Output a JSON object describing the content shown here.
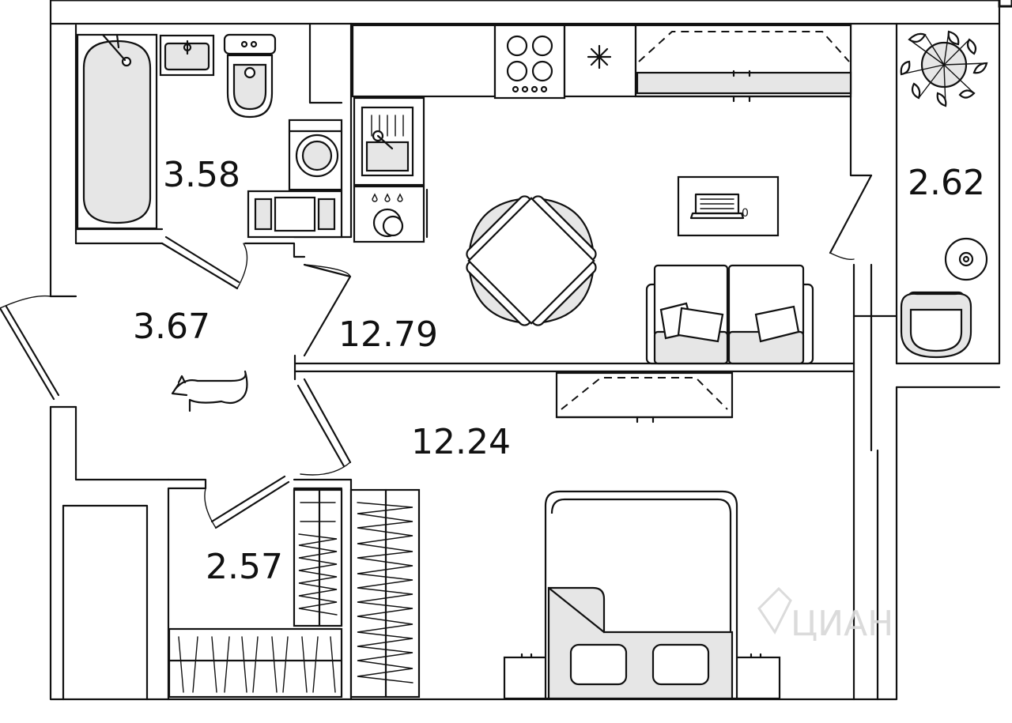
{
  "floorplan": {
    "rooms": [
      {
        "id": "bathroom",
        "area": "3.58"
      },
      {
        "id": "hallway",
        "area": "3.67"
      },
      {
        "id": "kitchen-living",
        "area": "12.79"
      },
      {
        "id": "bedroom",
        "area": "12.24"
      },
      {
        "id": "wardrobe",
        "area": "2.57"
      },
      {
        "id": "balcony",
        "area": "2.62"
      }
    ],
    "watermark": "ЦИАН",
    "laptop_symbol": "0",
    "colors": {
      "line": "#111111",
      "furniture_fill": "#e6e6e6",
      "background": "#ffffff"
    }
  }
}
